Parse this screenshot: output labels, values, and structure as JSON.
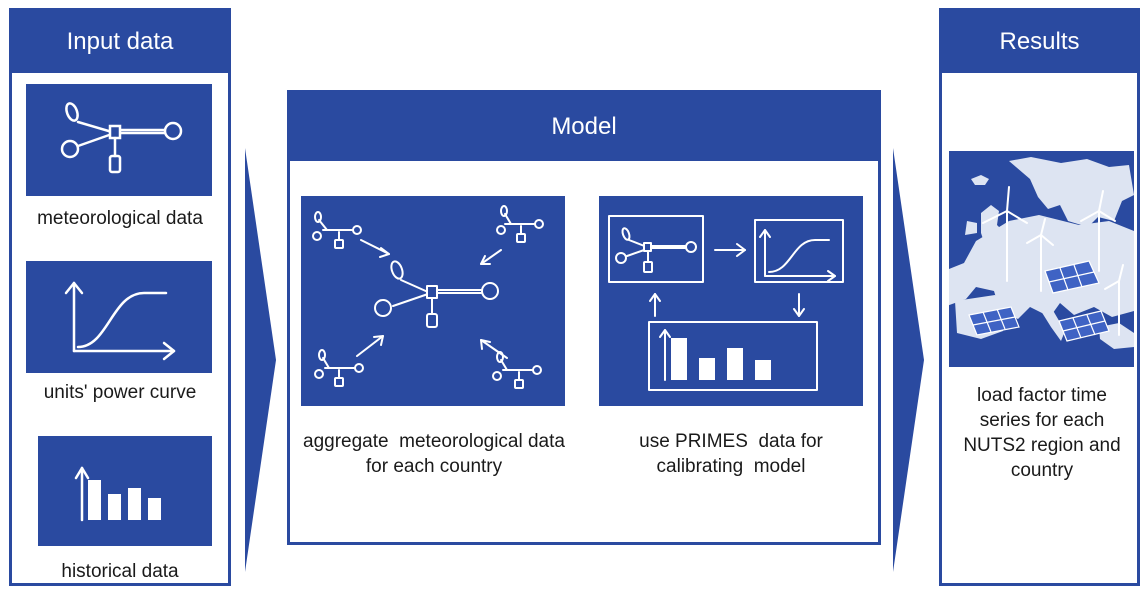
{
  "input": {
    "title": "Input data",
    "items": [
      {
        "label": "meteorological data",
        "icon": "anemometer-icon"
      },
      {
        "label": "units' power curve",
        "icon": "power-curve-icon"
      },
      {
        "label": "historical data",
        "icon": "bar-chart-icon"
      }
    ]
  },
  "model": {
    "title": "Model",
    "steps": [
      {
        "label": "aggregate  meteorological data for each country",
        "icon": "aggregate-anemometers-icon"
      },
      {
        "label": "use PRIMES  data for calibrating  model",
        "icon": "calibration-loop-icon"
      }
    ]
  },
  "results": {
    "title": "Results",
    "label": "load factor time series for each NUTS2 region and country",
    "image": "europe-map-wind-solar"
  },
  "colors": {
    "primary": "#2a4aa0",
    "background": "#ffffff",
    "text": "#1a1a1a"
  }
}
